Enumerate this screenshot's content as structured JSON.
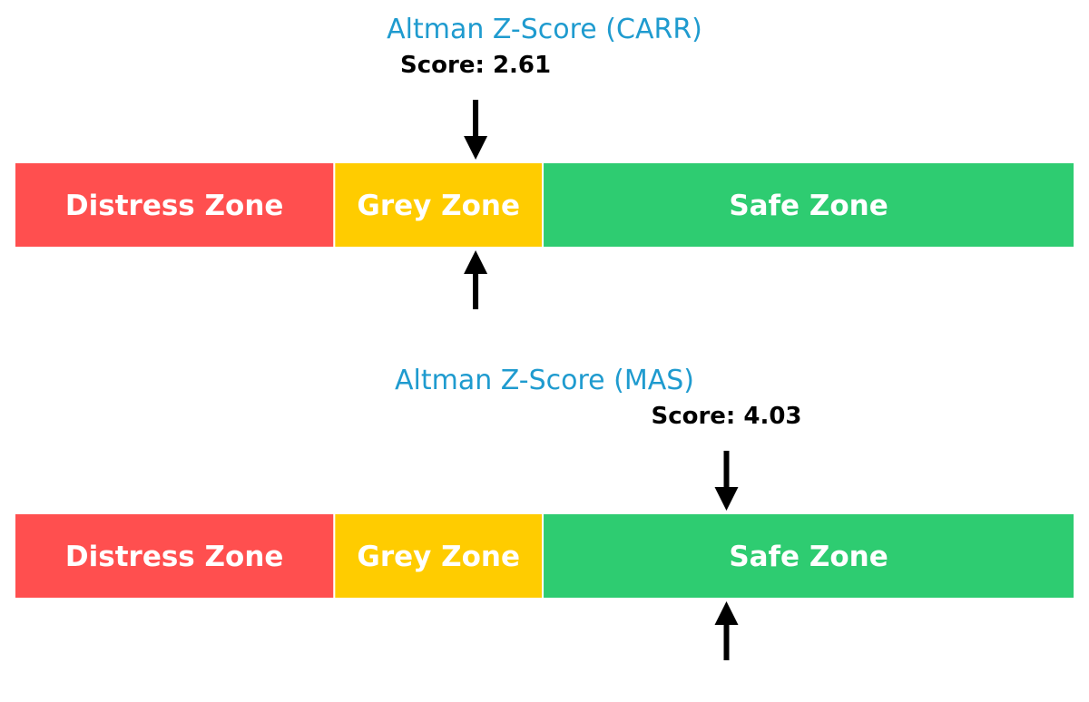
{
  "colors": {
    "title": "#1f9bcf",
    "distress": "#ff4f4f",
    "grey": "#ffcc00",
    "safe": "#2ecc71",
    "divider": "#ffffff",
    "arrow": "#000000"
  },
  "chart_data": [
    {
      "type": "gauge",
      "title": "Altman Z-Score (CARR)",
      "score_label": "Score: 2.61",
      "score": 2.61,
      "zones": [
        {
          "key": "distress",
          "label": "Distress Zone"
        },
        {
          "key": "grey",
          "label": "Grey Zone"
        },
        {
          "key": "safe",
          "label": "Safe Zone"
        }
      ]
    },
    {
      "type": "gauge",
      "title": "Altman Z-Score (MAS)",
      "score_label": "Score: 4.03",
      "score": 4.03,
      "zones": [
        {
          "key": "distress",
          "label": "Distress Zone"
        },
        {
          "key": "grey",
          "label": "Grey Zone"
        },
        {
          "key": "safe",
          "label": "Safe Zone"
        }
      ]
    }
  ]
}
